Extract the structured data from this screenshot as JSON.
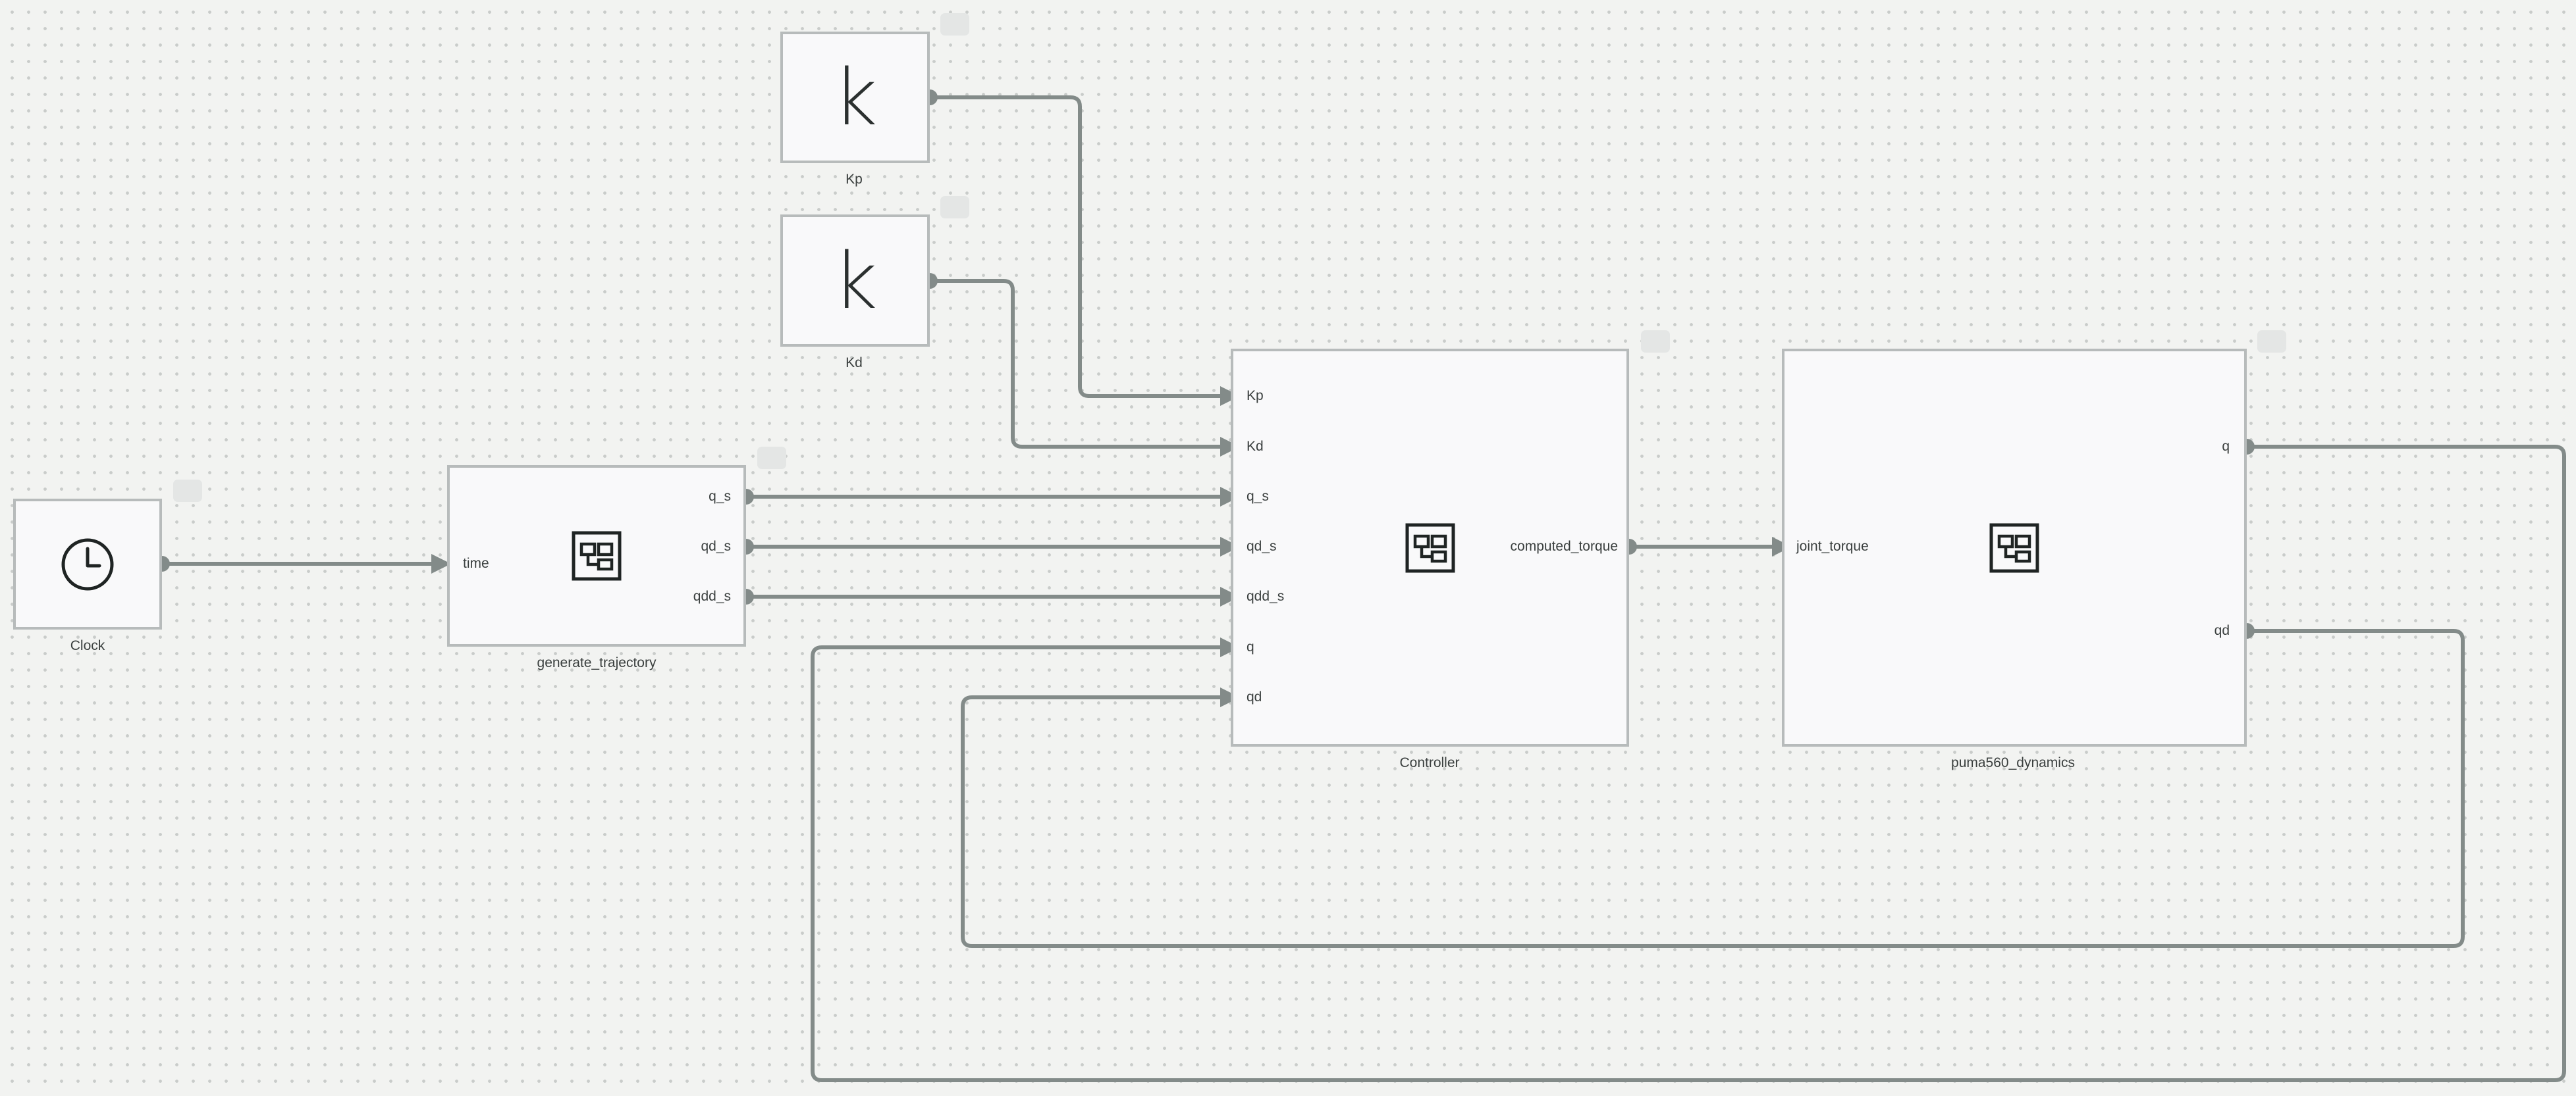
{
  "diagram": {
    "blocks": {
      "clock": {
        "name": "Clock",
        "icon": "clock-icon"
      },
      "kp": {
        "name": "Kp",
        "icon": "k-constant-icon",
        "glyph": "k"
      },
      "kd": {
        "name": "Kd",
        "icon": "k-constant-icon",
        "glyph": "k"
      },
      "generate_trajectory": {
        "name": "generate_trajectory",
        "icon": "submodel-icon",
        "inputs": [
          "time"
        ],
        "outputs": [
          "q_s",
          "qd_s",
          "qdd_s"
        ]
      },
      "controller": {
        "name": "Controller",
        "icon": "submodel-icon",
        "inputs": [
          "Kp",
          "Kd",
          "q_s",
          "qd_s",
          "qdd_s",
          "q",
          "qd"
        ],
        "outputs": [
          "computed_torque"
        ]
      },
      "puma560_dynamics": {
        "name": "puma560_dynamics",
        "icon": "submodel-icon",
        "inputs": [
          "joint_torque"
        ],
        "outputs": [
          "q",
          "qd"
        ]
      }
    },
    "connections": [
      {
        "from": "Clock",
        "to": "generate_trajectory.time"
      },
      {
        "from": "Kp",
        "to": "Controller.Kp"
      },
      {
        "from": "Kd",
        "to": "Controller.Kd"
      },
      {
        "from": "generate_trajectory.q_s",
        "to": "Controller.q_s"
      },
      {
        "from": "generate_trajectory.qd_s",
        "to": "Controller.qd_s"
      },
      {
        "from": "generate_trajectory.qdd_s",
        "to": "Controller.qdd_s"
      },
      {
        "from": "Controller.computed_torque",
        "to": "puma560_dynamics.joint_torque"
      },
      {
        "from": "puma560_dynamics.q",
        "to": "Controller.q"
      },
      {
        "from": "puma560_dynamics.qd",
        "to": "Controller.qd"
      }
    ],
    "colors": {
      "wire": "#838b89",
      "block_border": "#b7bbbb",
      "block_fill": "#f9f9fa",
      "icon": "#1f2423"
    }
  }
}
